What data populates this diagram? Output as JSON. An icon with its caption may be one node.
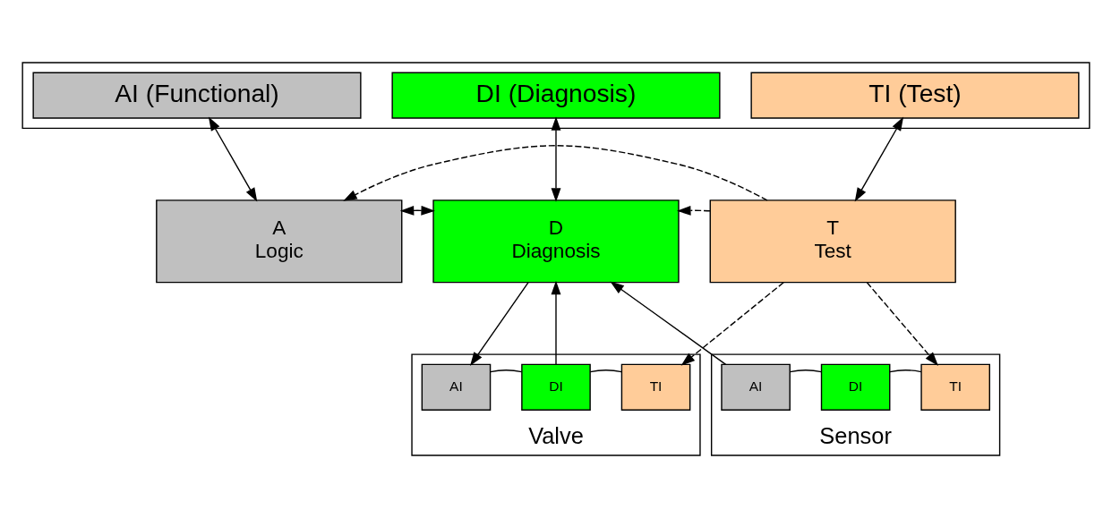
{
  "diagram": {
    "nodes": [
      {
        "text": [],
        "shape": "box"
      },
      {
        "text": [
          "AI (Functional)"
        ],
        "in": 0
      },
      {
        "text": [
          "DI (Diagnosis)"
        ],
        "in": 0
      },
      {
        "text": [
          "TI (Test)"
        ],
        "in": 0
      },
      {
        "text": [
          "A",
          "Logic"
        ]
      },
      {
        "text": [
          "D",
          "Diagnosis"
        ]
      },
      {
        "text": [
          "T",
          "Test"
        ]
      },
      {
        "text": [
          "Valve"
        ]
      },
      {
        "text": [
          "AI"
        ],
        "in": 7
      },
      {
        "text": [
          "DI"
        ],
        "in": 7
      },
      {
        "text": [
          "TI"
        ],
        "in": 7
      },
      {
        "text": [
          "Sensor"
        ]
      },
      {
        "text": [
          "AI"
        ],
        "in": 11
      },
      {
        "text": [
          "DI"
        ],
        "in": 11
      },
      {
        "text": [
          "TI"
        ],
        "in": 11
      }
    ],
    "edges": [
      {
        "from": 1,
        "to": 4,
        "arrow": "both"
      },
      {
        "from": 2,
        "to": 5,
        "arrow": "both"
      },
      {
        "from": 3,
        "to": 6,
        "arrow": "both"
      },
      {
        "from": 6,
        "to": 4,
        "arrow": "to",
        "style": "dashed"
      },
      {
        "from": 4,
        "to": 5,
        "arrow": "both"
      },
      {
        "from": 6,
        "to": 5,
        "arrow": "to",
        "style": "dashed"
      },
      {
        "from": 5,
        "to": 8,
        "arrow": "to"
      },
      {
        "from": 9,
        "to": 5,
        "arrow": "to"
      },
      {
        "from": 12,
        "to": 5,
        "arrow": "to"
      },
      {
        "from": 6,
        "to": 10,
        "arrow": "to",
        "style": "dashed"
      },
      {
        "from": 6,
        "to": 14,
        "arrow": "to",
        "style": "dashed"
      },
      {
        "from": 8,
        "to": 9,
        "arrow": "none"
      },
      {
        "from": 9,
        "to": 10,
        "arrow": "none"
      },
      {
        "from": 12,
        "to": 13,
        "arrow": "none"
      },
      {
        "from": 13,
        "to": 14,
        "arrow": "none"
      }
    ]
  }
}
